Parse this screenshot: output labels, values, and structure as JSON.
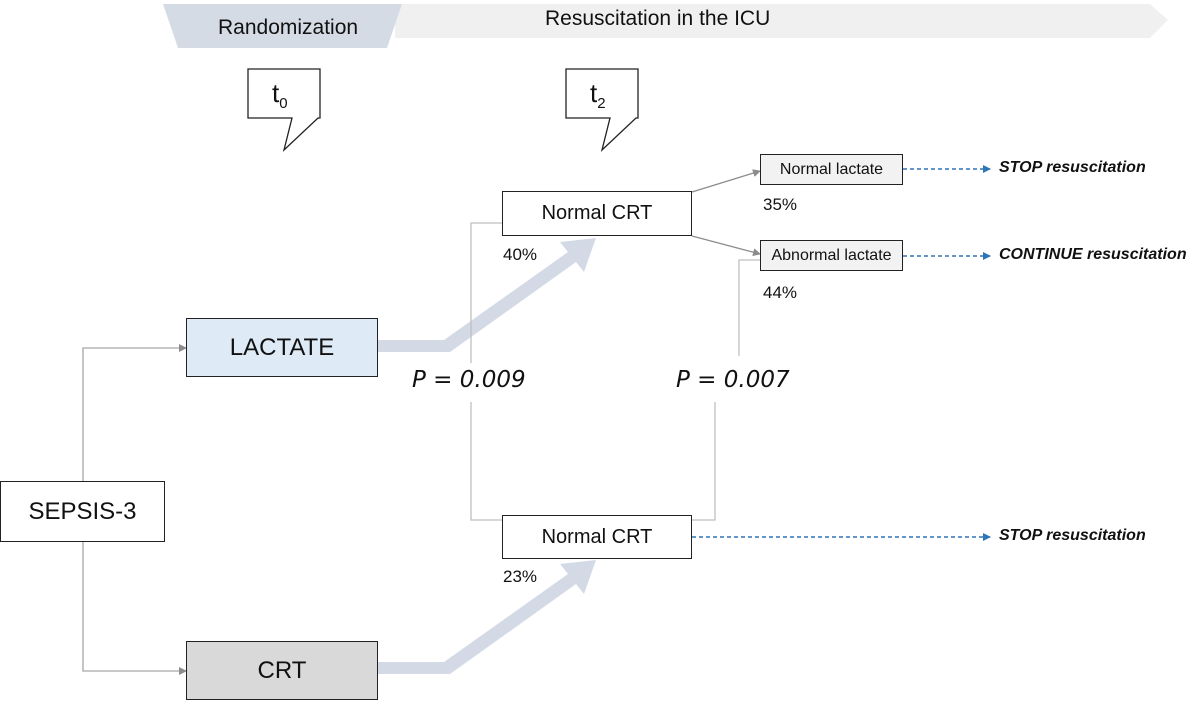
{
  "header": {
    "randomization": "Randomization",
    "resuscitation": "Resuscitation in the ICU"
  },
  "timepoints": [
    {
      "label": "t",
      "sub": "0"
    },
    {
      "label": "t",
      "sub": "2"
    }
  ],
  "nodes": {
    "sepsis": "SEPSIS-3",
    "lactate": "LACTATE",
    "crt": "CRT",
    "normal_crt_top": "Normal CRT",
    "normal_crt_bottom": "Normal CRT",
    "normal_lactate": "Normal lactate",
    "abnormal_lactate": "Abnormal lactate"
  },
  "percentages": {
    "normal_crt_top": "40%",
    "normal_crt_bottom": "23%",
    "normal_lactate": "35%",
    "abnormal_lactate": "44%"
  },
  "p_values": {
    "left": "P = 0.009",
    "right": "P = 0.007"
  },
  "outcomes": {
    "stop_top": "STOP resuscitation",
    "continue": "CONTINUE resuscitation",
    "stop_bottom": "STOP resuscitation"
  },
  "colors": {
    "lactate_fill": "#deeaf6",
    "crt_fill": "#d9d9d9",
    "lactate_box_fill": "#f2f2f2",
    "flow_arrow": "#d3dae6",
    "dashed_arrow": "#2e75b6",
    "connector": "#a6a6a6",
    "header_randomization": "#d5dbe5",
    "header_resuscitation": "#f0f0f0"
  }
}
